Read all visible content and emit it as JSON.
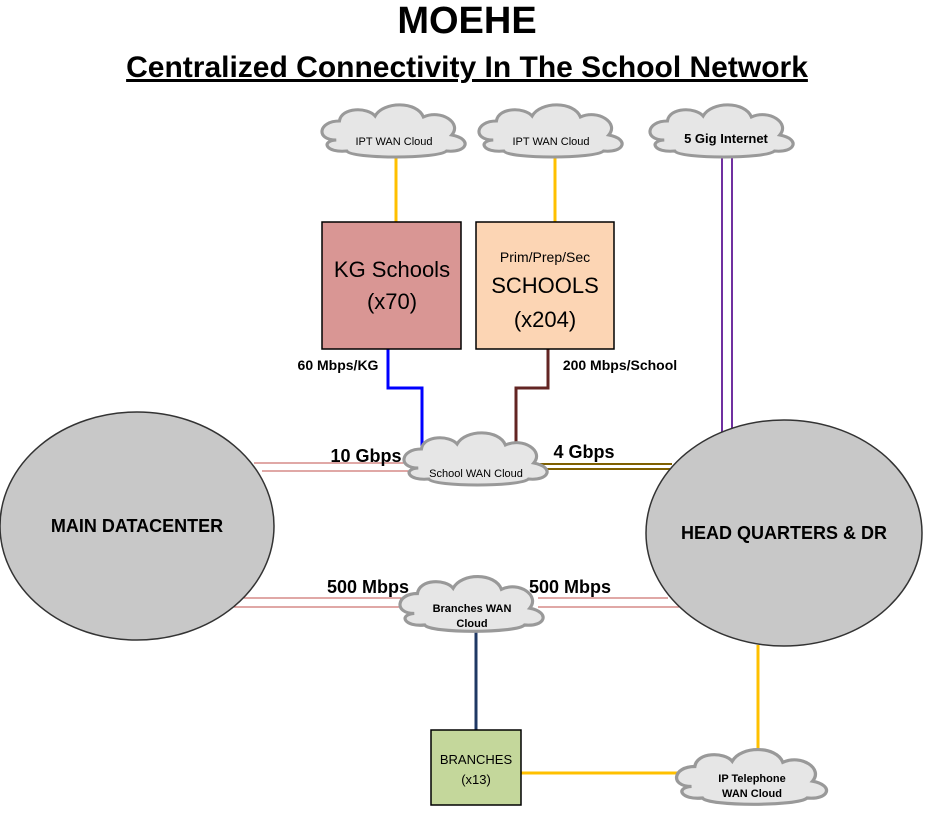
{
  "title": "MOEHE",
  "subtitle": "Centralized Connectivity In The School Network",
  "clouds": {
    "ipt_wan_1": "IPT WAN Cloud",
    "ipt_wan_2": "IPT WAN Cloud",
    "internet": "5 Gig Internet",
    "school_wan": "School WAN Cloud",
    "branches_wan_line1": "Branches WAN",
    "branches_wan_line2": "Cloud",
    "ip_telephone_line1": "IP Telephone",
    "ip_telephone_line2": "WAN Cloud"
  },
  "boxes": {
    "kg_line1": "KG Schools",
    "kg_line2": "(x70)",
    "schools_line0": "Prim/Prep/Sec",
    "schools_line1": "SCHOOLS",
    "schools_line2": "(x204)",
    "branches_line1": "BRANCHES",
    "branches_line2": "(x13)"
  },
  "sites": {
    "datacenter": "MAIN DATACENTER",
    "hq": "HEAD QUARTERS & DR"
  },
  "links": {
    "kg": "60 Mbps/KG",
    "schools": "200 Mbps/School",
    "dc_school": "10 Gbps",
    "hq_school": "4 Gbps",
    "dc_branches": "500 Mbps",
    "hq_branches": "500 Mbps"
  },
  "colors": {
    "kg_fill": "#d99694",
    "schools_fill": "#fcd5b4",
    "branches_fill": "#c4d79b",
    "site_fill": "#c8c8c8",
    "cloud_fill": "#e6e6e6",
    "ipt_line": "#ffc000",
    "internet_line": "#7030a0",
    "kg_line": "#0000ff",
    "schools_line": "#632523",
    "wan_line": "#c0504d",
    "hq_line": "#7f6000",
    "branches_line": "#1f3864"
  }
}
